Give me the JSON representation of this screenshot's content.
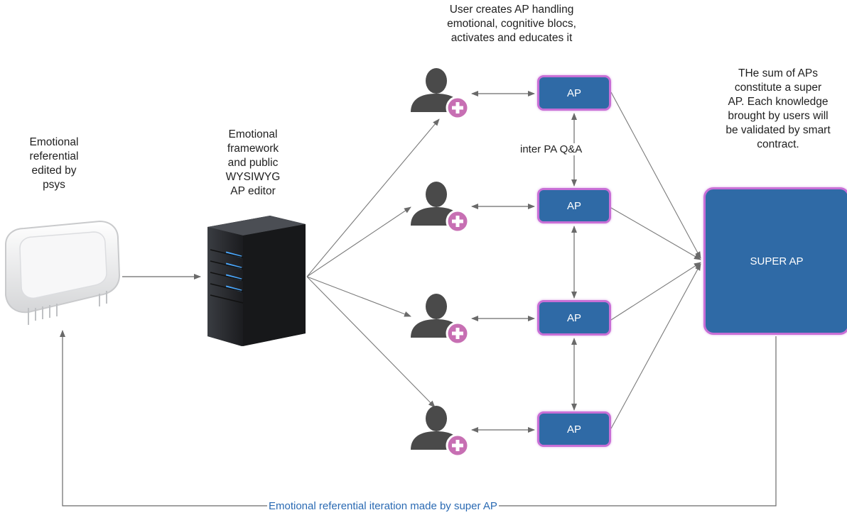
{
  "labels": {
    "referential": [
      "Emotional",
      "referential",
      "edited by",
      "psys"
    ],
    "framework": [
      "Emotional",
      "framework",
      "and public",
      "WYSIWYG",
      "AP editor"
    ],
    "user_creates": [
      "User creates AP handling",
      "emotional, cognitive blocs,",
      "activates and educates it"
    ],
    "sum": [
      "THe sum of APs",
      "constitute a super",
      "AP. Each knowledge",
      "brought by users will",
      "be validated by smart",
      "contract."
    ],
    "inter_qa": "inter PA Q&A",
    "bottom": "Emotional referential iteration made by super AP"
  },
  "ap_nodes": [
    "AP",
    "AP",
    "AP",
    "AP"
  ],
  "super_ap": "SUPER AP",
  "icons": {
    "device": "access-point-device-icon",
    "server": "server-tower-icon",
    "user": "user-add-icon"
  },
  "colors": {
    "ap_fill": "#2f6aa6",
    "ap_border": "#c86fd6",
    "plus_badge": "#c76fb3",
    "user_icon": "#4a4a4a",
    "arrow": "#6a6a6a",
    "bottom_label": "#2a6ab3"
  }
}
